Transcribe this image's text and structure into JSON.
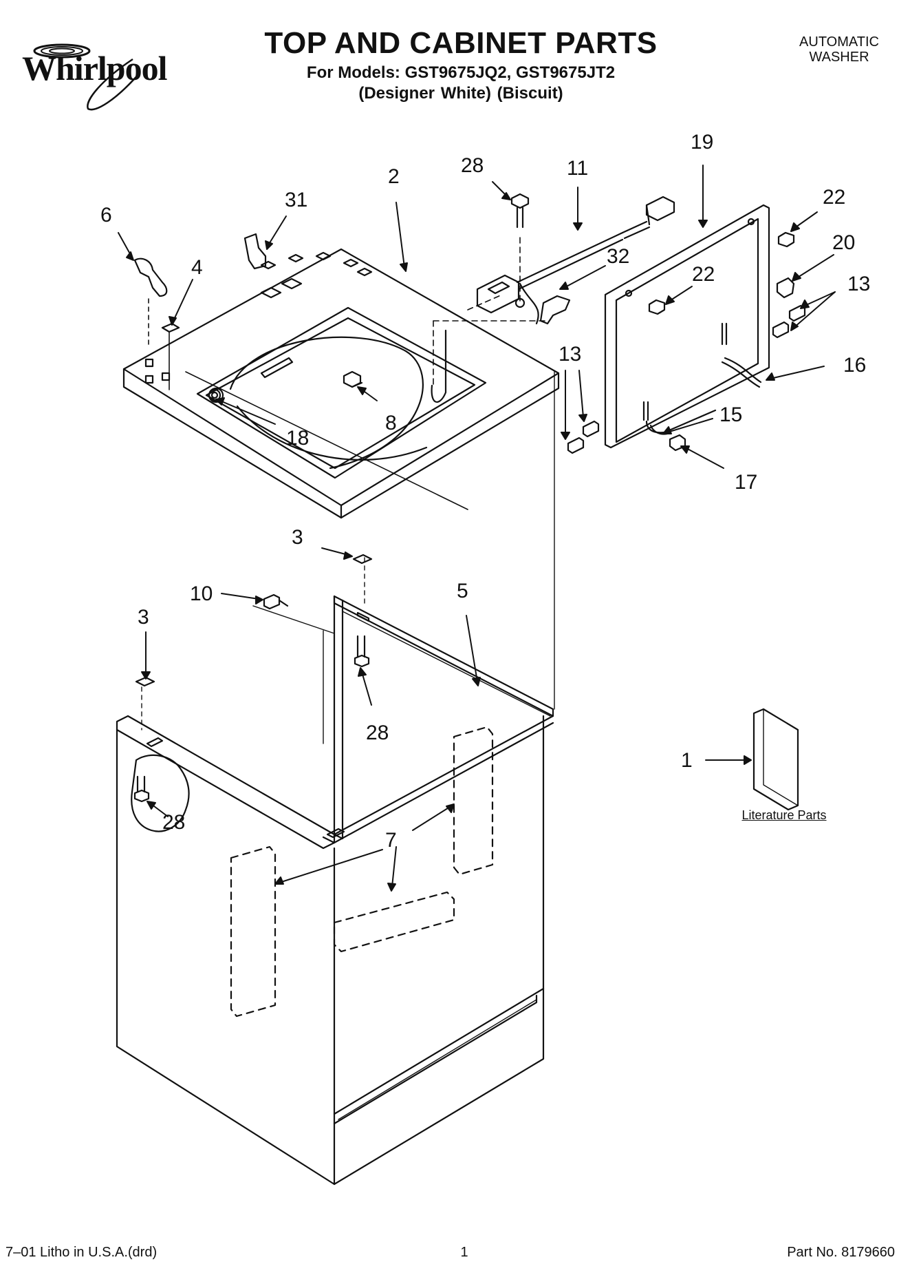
{
  "header": {
    "brand": "Whirlpool",
    "title": "TOP AND CABINET PARTS",
    "models_line": "For Models: GST9675JQ2, GST9675JT2",
    "variants_line": "(Designer White)    (Biscuit)",
    "appliance_line1": "AUTOMATIC",
    "appliance_line2": "WASHER"
  },
  "callouts": {
    "c1": "1",
    "c2": "2",
    "c3a": "3",
    "c3b": "3",
    "c4": "4",
    "c5": "5",
    "c6": "6",
    "c7": "7",
    "c8": "8",
    "c10": "10",
    "c11": "11",
    "c13a": "13",
    "c13b": "13",
    "c15": "15",
    "c16": "16",
    "c17": "17",
    "c18": "18",
    "c19": "19",
    "c20": "20",
    "c22a": "22",
    "c22b": "22",
    "c28a": "28",
    "c28b": "28",
    "c28c": "28",
    "c31": "31",
    "c32": "32"
  },
  "literature_label": "Literature Parts",
  "footer": {
    "left": "7–01 Litho in U.S.A.(drd)",
    "center": "1",
    "right": "Part No. 8179660"
  }
}
